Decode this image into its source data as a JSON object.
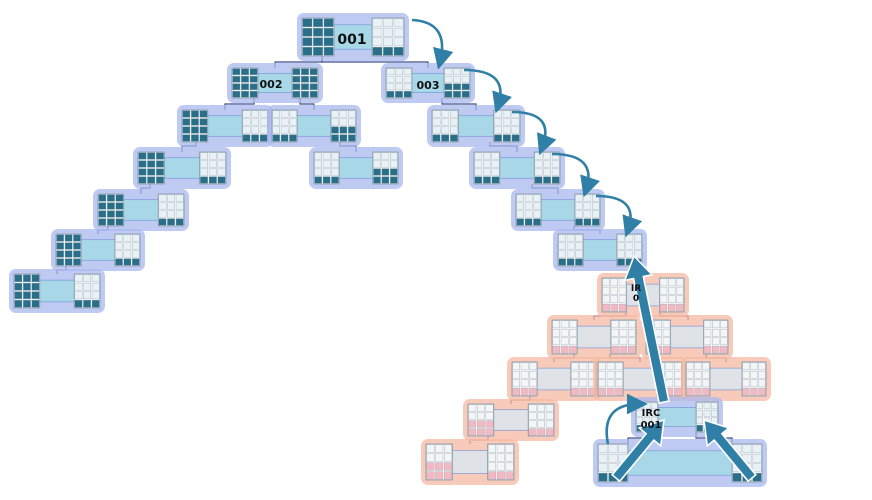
{
  "labels": {
    "node_001": "001",
    "node_002": "002",
    "node_003": "003",
    "irc_top": "IRC",
    "irc_num": "001",
    "partial_top": "IR",
    "partial_num": "0"
  },
  "colors": {
    "blue_glow": "#a9b8ef",
    "blue_fill": "#a8d8e8",
    "blue_stroke": "#6f8fd6",
    "cell_dark": "#2a6f8a",
    "cell_light": "#e8f2f6",
    "red_glow": "#f5b8a2",
    "red_fill": "#dfe3e8",
    "red_cell": "#f2b9c2",
    "connector": "#3b4a8a",
    "arrow": "#2f7fa6"
  }
}
